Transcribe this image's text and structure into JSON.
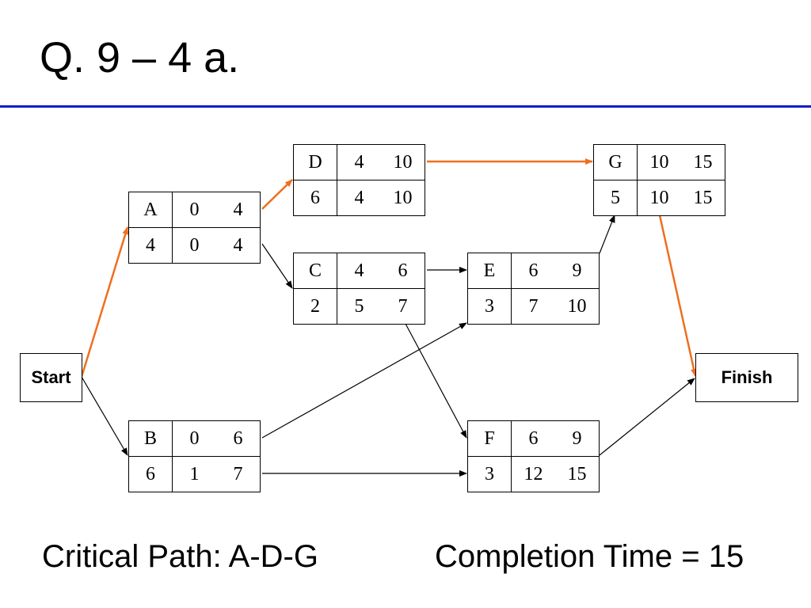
{
  "slide": {
    "title": "Q. 9 – 4 a.",
    "critical_path": "Critical Path: A-D-G",
    "completion_time": "Completion Time = 15"
  },
  "colors": {
    "critical": "#ee6f1e",
    "normal": "#000000",
    "rule": "#0a1fcc"
  },
  "nodes": {
    "start": {
      "label": "Start"
    },
    "finish": {
      "label": "Finish"
    },
    "A": {
      "name": "A",
      "es": "0",
      "ef": "4",
      "dur": "4",
      "ls": "0",
      "lf": "4"
    },
    "B": {
      "name": "B",
      "es": "0",
      "ef": "6",
      "dur": "6",
      "ls": "1",
      "lf": "7"
    },
    "C": {
      "name": "C",
      "es": "4",
      "ef": "6",
      "dur": "2",
      "ls": "5",
      "lf": "7"
    },
    "D": {
      "name": "D",
      "es": "4",
      "ef": "10",
      "dur": "6",
      "ls": "4",
      "lf": "10"
    },
    "E": {
      "name": "E",
      "es": "6",
      "ef": "9",
      "dur": "3",
      "ls": "7",
      "lf": "10"
    },
    "F": {
      "name": "F",
      "es": "6",
      "ef": "9",
      "dur": "3",
      "ls": "12",
      "lf": "15"
    },
    "G": {
      "name": "G",
      "es": "10",
      "ef": "15",
      "dur": "5",
      "ls": "10",
      "lf": "15"
    }
  },
  "edges": [
    {
      "from": "Start",
      "to": "A",
      "critical": true
    },
    {
      "from": "Start",
      "to": "B",
      "critical": false
    },
    {
      "from": "A",
      "to": "D",
      "critical": true
    },
    {
      "from": "A",
      "to": "C",
      "critical": false
    },
    {
      "from": "D",
      "to": "G",
      "critical": true
    },
    {
      "from": "C",
      "to": "E",
      "critical": false
    },
    {
      "from": "C",
      "to": "F",
      "critical": false
    },
    {
      "from": "B",
      "to": "E",
      "critical": false
    },
    {
      "from": "B",
      "to": "F",
      "critical": false
    },
    {
      "from": "E",
      "to": "G",
      "critical": false
    },
    {
      "from": "G",
      "to": "Finish",
      "critical": true
    },
    {
      "from": "F",
      "to": "Finish",
      "critical": false
    }
  ]
}
